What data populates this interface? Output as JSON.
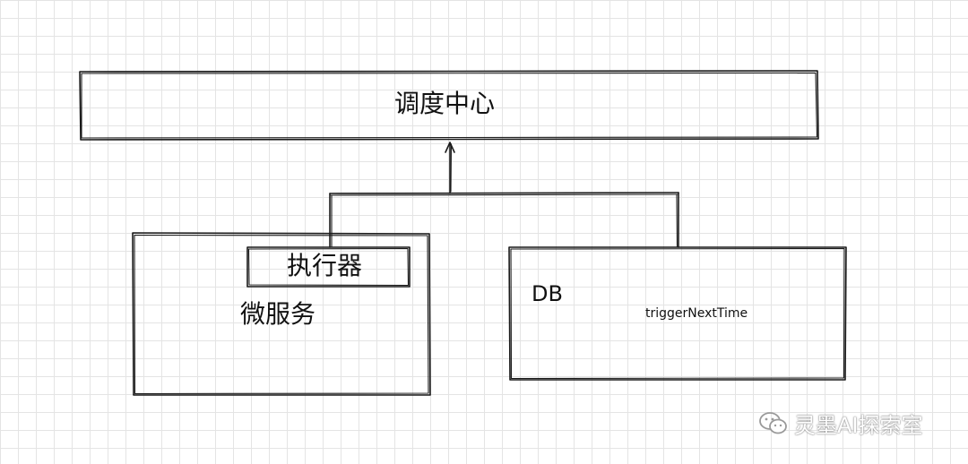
{
  "nodes": {
    "scheduler": {
      "label": "调度中心"
    },
    "microservice": {
      "label": "微服务"
    },
    "executor": {
      "label": "执行器"
    },
    "db": {
      "label": "DB",
      "field": "triggerNextTime"
    }
  },
  "watermark": {
    "text": "灵墨AI探索室",
    "icon": "wechat-icon"
  }
}
